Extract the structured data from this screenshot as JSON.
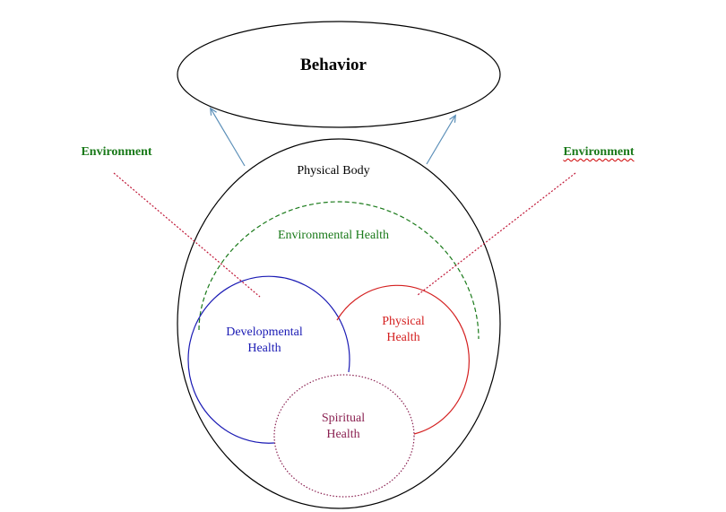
{
  "diagram": {
    "behavior": "Behavior",
    "physical_body": "Physical Body",
    "environmental_health": "Environmental Health",
    "developmental_health": [
      "Developmental",
      "Health"
    ],
    "physical_health": [
      "Physical",
      "Health"
    ],
    "spiritual_health": [
      "Spiritual",
      "Health"
    ],
    "environment_left": "Environment",
    "environment_right": "Environment"
  },
  "colors": {
    "outline": "#000000",
    "environmental": "#1a7a1a",
    "environment_label": "#1a7a1a",
    "developmental": "#1a1ab4",
    "physical": "#d42020",
    "spiritual": "#8b2252",
    "arrow": "#5b8fb8",
    "environment_line": "#c01838"
  }
}
